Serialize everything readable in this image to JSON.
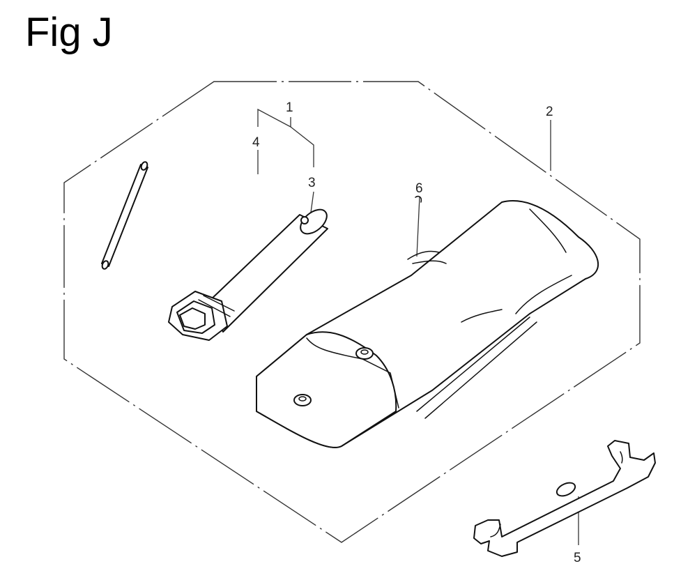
{
  "figure": {
    "title": "Fig J"
  },
  "callouts": {
    "c1": "1",
    "c2": "2",
    "c3": "3",
    "c4": "4",
    "c5": "5",
    "c6": "6"
  }
}
